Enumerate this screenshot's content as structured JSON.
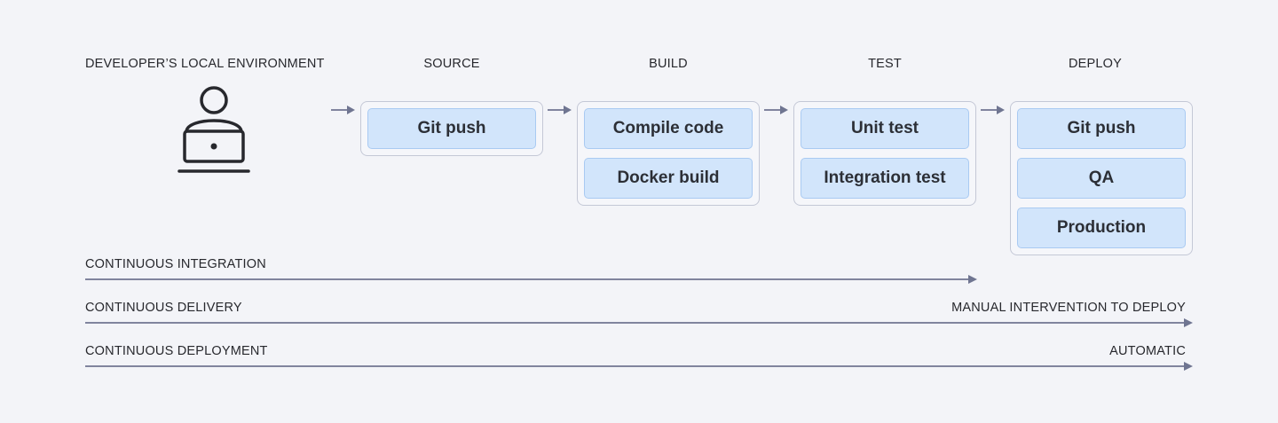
{
  "columns": {
    "developer": "DEVELOPER’S LOCAL ENVIRONMENT",
    "source": "SOURCE",
    "build": "BUILD",
    "test": "TEST",
    "deploy": "DEPLOY"
  },
  "icons": {
    "developer": "developer-laptop-icon",
    "flow": "arrow-right-icon"
  },
  "stages": {
    "source": [
      "Git push"
    ],
    "build": [
      "Compile code",
      "Docker build"
    ],
    "test": [
      "Unit test",
      "Integration test"
    ],
    "deploy": [
      "Git push",
      "QA",
      "Production"
    ]
  },
  "bands": [
    {
      "label": "CONTINUOUS INTEGRATION",
      "note": ""
    },
    {
      "label": "CONTINUOUS DELIVERY",
      "note": "MANUAL INTERVENTION TO DEPLOY"
    },
    {
      "label": "CONTINUOUS DEPLOYMENT",
      "note": "AUTOMATIC"
    }
  ],
  "colors": {
    "background": "#f3f4f8",
    "task_fill": "#d2e5fb",
    "task_border": "#a9caf2",
    "stage_border": "#c4c8d6",
    "line": "#6f7591"
  }
}
